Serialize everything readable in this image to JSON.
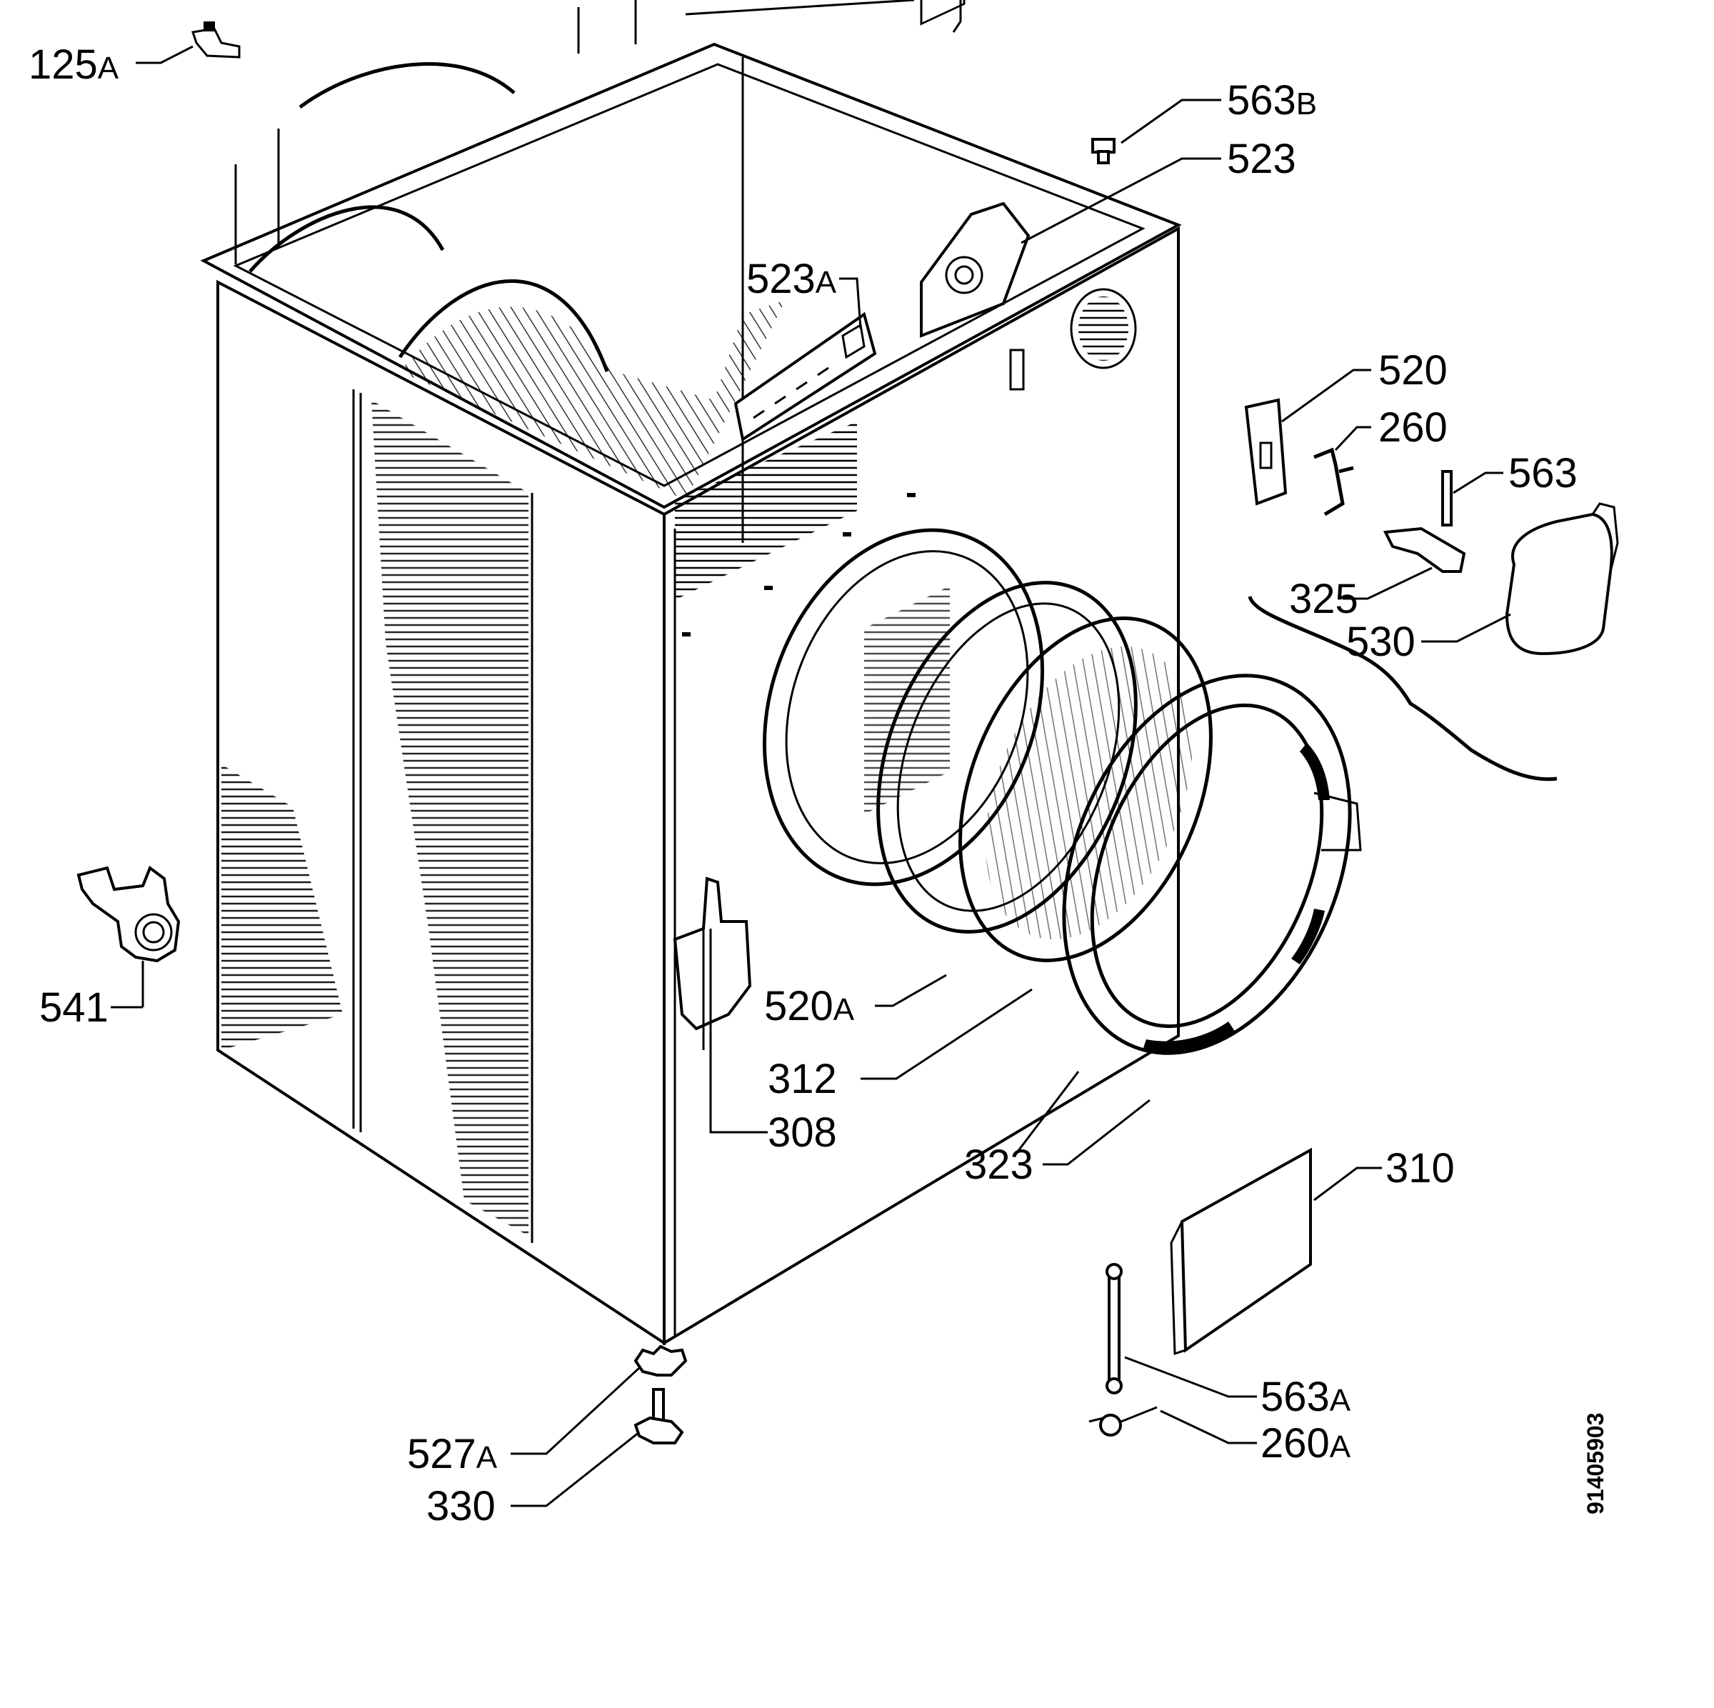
{
  "parts": {
    "p125A": {
      "num": "125",
      "suffix": "A"
    },
    "p563B": {
      "num": "563",
      "suffix": "B"
    },
    "p523": {
      "num": "523",
      "suffix": ""
    },
    "p523A": {
      "num": "523",
      "suffix": "A"
    },
    "p520": {
      "num": "520",
      "suffix": ""
    },
    "p260": {
      "num": "260",
      "suffix": ""
    },
    "p563": {
      "num": "563",
      "suffix": ""
    },
    "p325": {
      "num": "325",
      "suffix": ""
    },
    "p530": {
      "num": "530",
      "suffix": ""
    },
    "p541": {
      "num": "541",
      "suffix": ""
    },
    "p520A": {
      "num": "520",
      "suffix": "A"
    },
    "p312": {
      "num": "312",
      "suffix": ""
    },
    "p308": {
      "num": "308",
      "suffix": ""
    },
    "p323": {
      "num": "323",
      "suffix": ""
    },
    "p310": {
      "num": "310",
      "suffix": ""
    },
    "p563A": {
      "num": "563",
      "suffix": "A"
    },
    "p260A": {
      "num": "260",
      "suffix": "A"
    },
    "p527A": {
      "num": "527",
      "suffix": "A"
    },
    "p330": {
      "num": "330",
      "suffix": ""
    }
  },
  "document_code": "91405903",
  "colors": {
    "ink": "#000000",
    "paper": "#ffffff"
  }
}
